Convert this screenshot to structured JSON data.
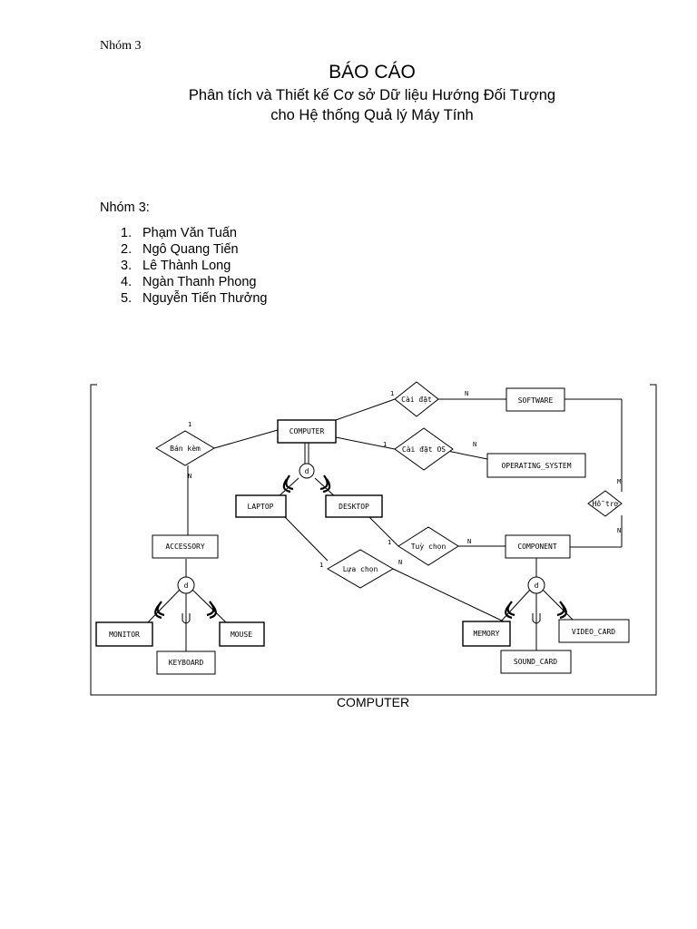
{
  "header": {
    "group": "Nhóm 3"
  },
  "report": {
    "title": "BÁO CÁO",
    "subtitle_line1": "Phân tích và Thiết kế Cơ sở Dữ liệu Hướng Đối Tượng",
    "subtitle_line2": "cho Hệ thống Quả lý Máy Tính"
  },
  "members": {
    "label": "Nhóm 3:",
    "items": [
      {
        "num": "1.",
        "name": "Phạm Văn Tuấn"
      },
      {
        "num": "2.",
        "name": "Ngô Quang Tiến"
      },
      {
        "num": "3.",
        "name": "Lê Thành Long"
      },
      {
        "num": "4.",
        "name": "Ngàn Thanh Phong"
      },
      {
        "num": "5.",
        "name": "Nguyễn Tiến Thưởng"
      }
    ]
  },
  "diagram": {
    "entities": {
      "computer": "COMPUTER",
      "software": "SOFTWARE",
      "operating_system": "OPERATING_SYSTEM",
      "laptop": "LAPTOP",
      "desktop": "DESKTOP",
      "accessory": "ACCESSORY",
      "component": "COMPONENT",
      "monitor": "MONITOR",
      "mouse": "MOUSE",
      "keyboard": "KEYBOARD",
      "memory": "MEMORY",
      "sound_card": "SOUND_CARD",
      "video_card": "VIDEO_CARD"
    },
    "relationships": {
      "cai_dat": "Cài đặt",
      "cai_dat_os": "Cài đặt OS",
      "ban_kem": "Bán kèm",
      "ho_tro": "Hỗ trợ",
      "tuy_chon": "Tuỳ chọn",
      "lua_chon": "Lựa chọn"
    },
    "cardinalities": {
      "one": "1",
      "n": "N",
      "m": "M"
    },
    "disjoint_marker": "d",
    "caption": "COMPUTER"
  }
}
